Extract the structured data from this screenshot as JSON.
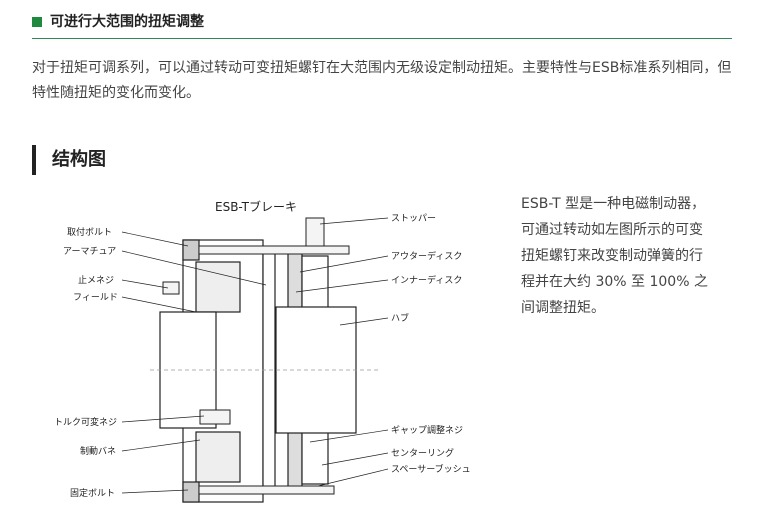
{
  "section": {
    "title": "可进行大范围的扭矩调整"
  },
  "intro": {
    "text": "对于扭矩可调系列，可以通过转动可变扭矩螺钉在大范围内无级设定制动扭矩。主要特性与ESB标准系列相同，但特性随扭矩的变化而变化。"
  },
  "structure": {
    "heading": "结构图",
    "diagram_title": "ESB-Tブレーキ",
    "labels_left": [
      "取付ボルト",
      "アーマチュア",
      "止メネジ",
      "フィールド",
      "トルク可変ネジ",
      "制動バネ",
      "固定ボルト"
    ],
    "labels_right": [
      "ストッパー",
      "アウターディスク",
      "インナーディスク",
      "ハブ",
      "ギャップ調整ネジ",
      "センターリング",
      "スペーサーブッシュ"
    ],
    "description": "ESB-T 型是一种电磁制动器，可通过转动如左图所示的可变扭矩螺钉来改变制动弹簧的行程并在大约 30% 至 100% 之间调整扭矩。"
  }
}
